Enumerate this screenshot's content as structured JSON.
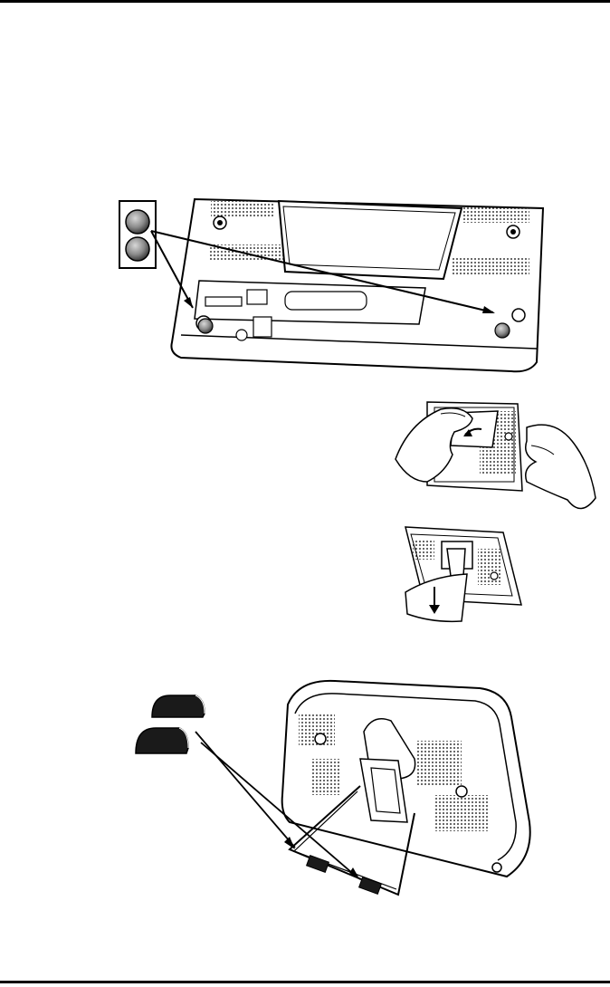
{
  "page": {
    "figures": [
      {
        "id": "base-with-feet",
        "callout_parts": 2
      },
      {
        "id": "hands-opening-stand"
      },
      {
        "id": "stand-flipped-out"
      },
      {
        "id": "stand-with-pads",
        "callout_parts": 2
      }
    ]
  },
  "colors": {
    "ink": "#000000",
    "paper": "#ffffff",
    "foot": "#7a7a7a",
    "pad": "#1a1a1a"
  }
}
